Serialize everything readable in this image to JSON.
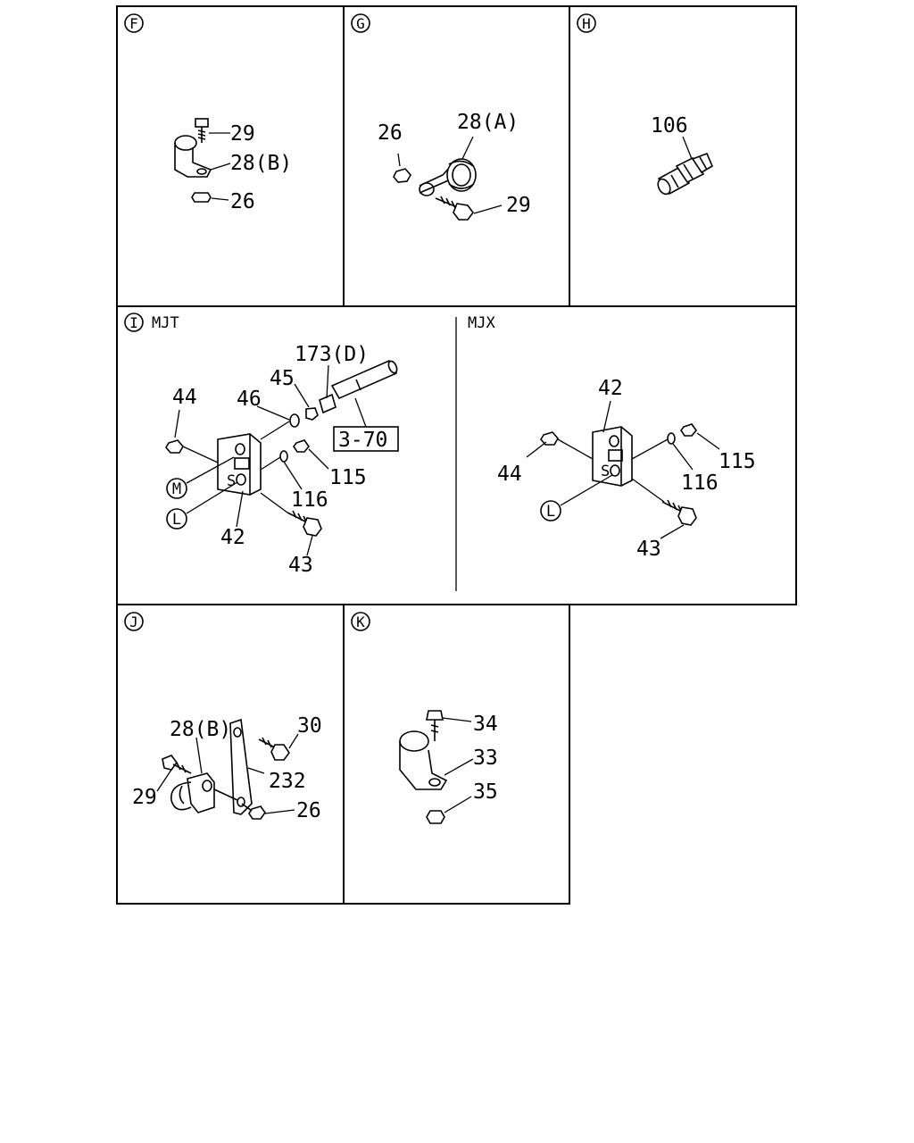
{
  "panels": {
    "F": {
      "marker": "F",
      "labels": [
        "29",
        "28(B)",
        "26"
      ]
    },
    "G": {
      "marker": "G",
      "labels": [
        "26",
        "28(A)",
        "29"
      ]
    },
    "H": {
      "marker": "H",
      "labels": [
        "106"
      ]
    },
    "I": {
      "marker": "I",
      "variant": "MJT",
      "labels": [
        "173(D)",
        "44",
        "46",
        "45",
        "3-70",
        "115",
        "116",
        "42",
        "43"
      ],
      "circles": [
        "M",
        "L"
      ]
    },
    "MJX": {
      "variant": "MJX",
      "labels": [
        "42",
        "44",
        "115",
        "116",
        "43"
      ],
      "circles": [
        "L"
      ]
    },
    "J": {
      "marker": "J",
      "labels": [
        "28(B)",
        "30",
        "232",
        "29",
        "26"
      ]
    },
    "K": {
      "marker": "K",
      "labels": [
        "34",
        "33",
        "35"
      ]
    }
  }
}
